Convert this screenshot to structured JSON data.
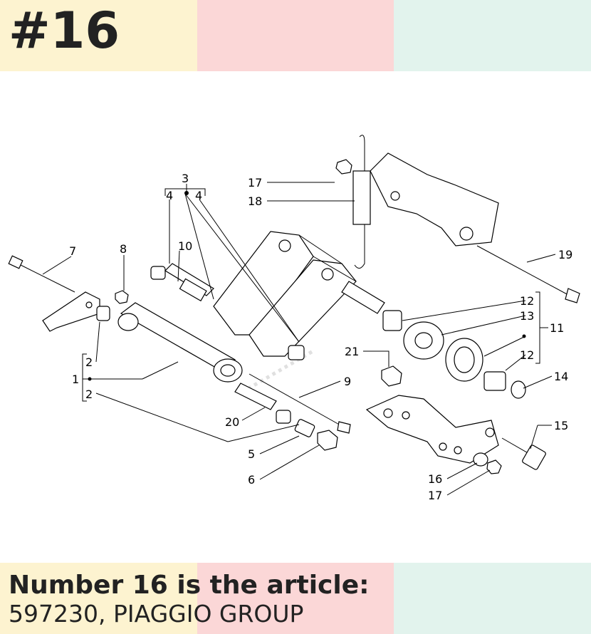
{
  "header": {
    "title": "#16"
  },
  "footer": {
    "line1": "Number 16 is the article:",
    "line2": "597230, PIAGGIO GROUP"
  },
  "colors": {
    "yellow": "#fdf3d0",
    "pink": "#fbd7d7",
    "mint": "#e2f3ed"
  },
  "labels": [
    "1",
    "2",
    "2",
    "3",
    "4",
    "4",
    "5",
    "6",
    "7",
    "8",
    "9",
    "10",
    "11",
    "12",
    "12",
    "13",
    "14",
    "15",
    "16",
    "17",
    "17",
    "18",
    "19",
    "20",
    "21"
  ]
}
